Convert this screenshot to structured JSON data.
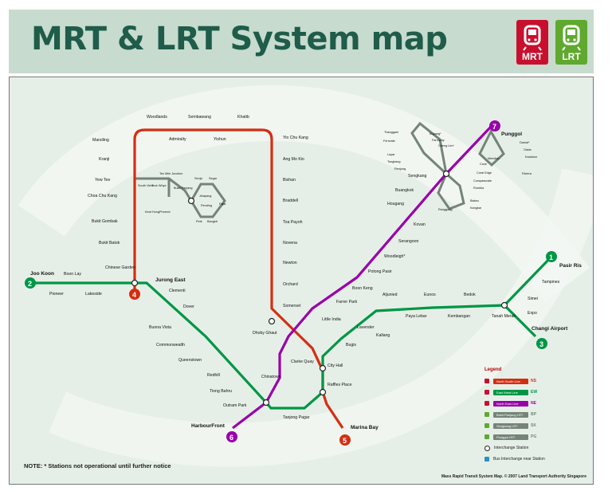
{
  "header": {
    "title": "MRT & LRT System map",
    "logos": [
      {
        "label": "MRT",
        "color": "#c8102e",
        "icon": "train-icon"
      },
      {
        "label": "LRT",
        "color": "#5fa92e",
        "icon": "train-icon"
      }
    ]
  },
  "colors": {
    "ns": "#d42e12",
    "ew": "#009645",
    "ne": "#9900aa",
    "lrt": "#748477",
    "background": "#e6efe7"
  },
  "lines": {
    "north_south": [
      "Marina Bay",
      "Raffles Place",
      "City Hall",
      "Dhoby Ghaut",
      "Somerset",
      "Orchard",
      "Newton",
      "Novena",
      "Toa Payoh",
      "Braddell",
      "Bishan",
      "Ang Mo Kio",
      "Yio Chu Kang",
      "Khatib",
      "Yishun",
      "Sembawang",
      "Admiralty",
      "Woodlands",
      "Marsiling",
      "Kranji",
      "Yew Tee",
      "Choa Chu Kang",
      "Bukit Gombak",
      "Bukit Batok",
      "Jurong East"
    ],
    "east_west": [
      "Joo Koon",
      "Pioneer",
      "Boon Lay",
      "Lakeside",
      "Chinese Garden",
      "Jurong East",
      "Clementi",
      "Dover",
      "Buona Vista",
      "Commonwealth",
      "Queenstown",
      "Redhill",
      "Tiong Bahru",
      "Outram Park",
      "Tanjong Pagar",
      "Raffles Place",
      "City Hall",
      "Bugis",
      "Lavender",
      "Kallang",
      "Aljunied",
      "Paya Lebar",
      "Eunos",
      "Kembangan",
      "Bedok",
      "Tanah Merah",
      "Simei",
      "Tampines",
      "Pasir Ris",
      "Expo",
      "Changi Airport"
    ],
    "north_east": [
      "HarbourFront",
      "Outram Park",
      "Chinatown",
      "Clarke Quay",
      "Dhoby Ghaut",
      "Little India",
      "Farrer Park",
      "Boon Keng",
      "Potong Pasir",
      "Woodleigh*",
      "Serangoon",
      "Kovan",
      "Hougang",
      "Buangkok",
      "Sengkang",
      "Punggol"
    ],
    "bukit_panjang_lrt": [
      "South View",
      "Teck Whye",
      "Keat Hong",
      "Phoenix",
      "Bukit Panjang",
      "Senja",
      "Jelapang",
      "Segar",
      "Fajar",
      "Bangkit",
      "Pending",
      "Petir",
      "Ten Mile Junction"
    ],
    "sengkang_lrt": [
      "Thanggam",
      "Fernvale",
      "Layar",
      "Tongkang",
      "Renjong",
      "Kupang*",
      "Farmway",
      "Cheng Lim*",
      "Compassvale",
      "Rumbia",
      "Bakau",
      "Kangkar",
      "Ranggung"
    ],
    "punggol_lrt": [
      "Damai*",
      "Oasis",
      "Kadaloor",
      "Riviera",
      "Coral Edge",
      "Meridian",
      "Cove"
    ]
  },
  "line_numbers": [
    "1",
    "2",
    "3",
    "4",
    "5",
    "6",
    "7"
  ],
  "legend": {
    "title": "Legend",
    "items": [
      {
        "label": "North South Line",
        "code": "NS",
        "color": "#d42e12"
      },
      {
        "label": "East West Line",
        "code": "EW",
        "color": "#009645"
      },
      {
        "label": "North East Line",
        "code": "NE",
        "color": "#9900aa"
      },
      {
        "label": "Bukit Panjang LRT",
        "code": "BP",
        "color": "#748477"
      },
      {
        "label": "Sengkang LRT",
        "code": "SK",
        "color": "#748477"
      },
      {
        "label": "Punggol LRT",
        "code": "PG",
        "color": "#748477"
      }
    ],
    "interchange": "Interchange Station",
    "bus": "Bus Interchange near Station"
  },
  "note": "NOTE: * Stations not operational until further notice",
  "credit": "Mass Rapid Transit System Map. © 2007 Land Transport Authority Singapore"
}
